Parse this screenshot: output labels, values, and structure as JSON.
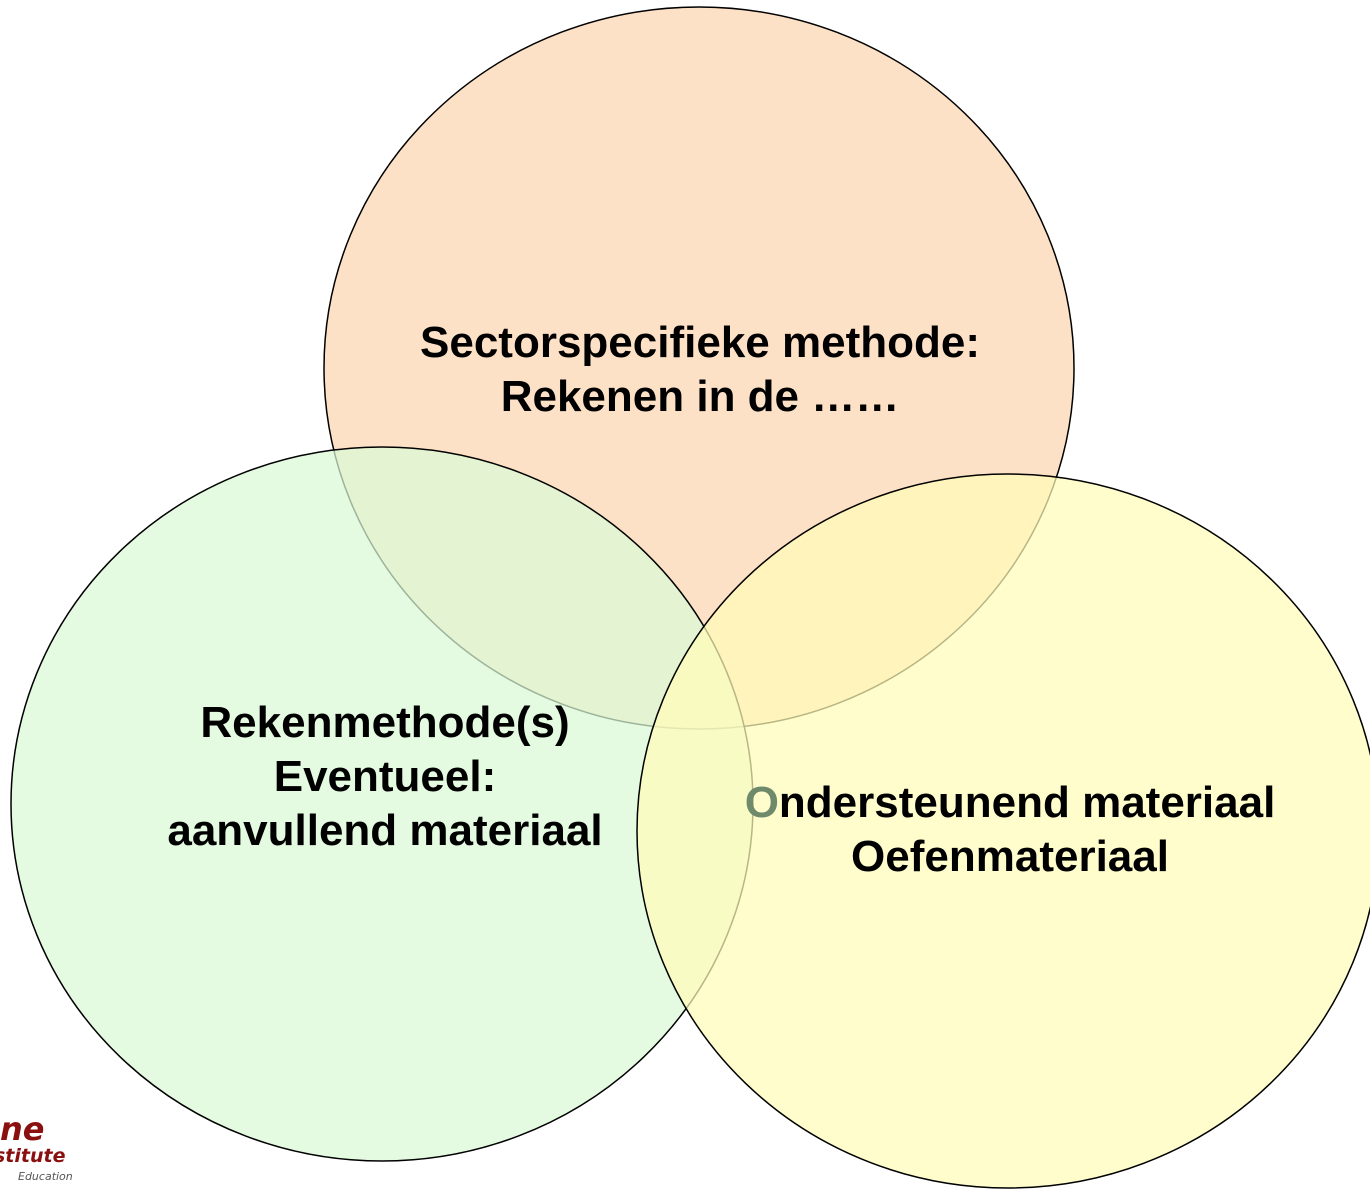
{
  "diagram": {
    "type": "venn",
    "circles": [
      {
        "id": "top",
        "lines": [
          "Sectorspecifieke methode:",
          "Rekenen in de ……"
        ],
        "fill": "#fcd9b8"
      },
      {
        "id": "left",
        "lines": [
          "Rekenmethode(s)",
          "Eventueel:",
          "aanvullend materiaal"
        ],
        "fill": "#d9f9d6"
      },
      {
        "id": "right",
        "first_letter": "O",
        "line1_rest": "ndersteunend materiaal",
        "line2": "Oefenmateriaal",
        "fill": "#fffcb8"
      }
    ]
  },
  "logo": {
    "mark": "ne",
    "line1": "stitute",
    "line2": "Education",
    "color": "#8a1010"
  }
}
